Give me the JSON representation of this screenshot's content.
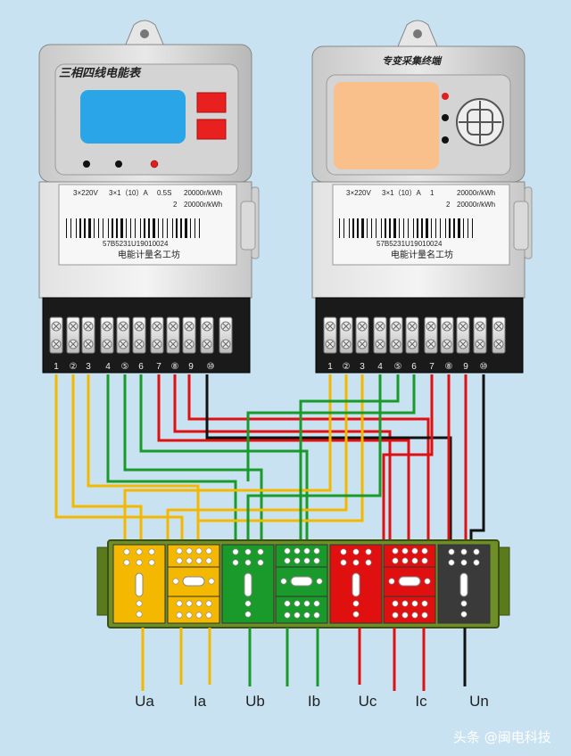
{
  "colors": {
    "background": "#c8e2f2",
    "phase_a": "#f5b800",
    "phase_b": "#1a9a2a",
    "phase_c": "#e01010",
    "neutral": "#111111",
    "lcd_meter": "#2aa6e8",
    "lcd_terminal": "#f9c08c",
    "button_red": "#e82020",
    "block_base": "#6e8f28"
  },
  "meter": {
    "title": "三相四线电能表",
    "spec_line1": [
      "3×220V",
      "3×1（10）A",
      "0.5S",
      "20000r/kWh"
    ],
    "spec_line2": [
      "2",
      "20000r/kWh"
    ],
    "serial": "57B5231U19010024",
    "brand": "电能计量名工坊",
    "terminals": [
      "1",
      "②",
      "3",
      "4",
      "⑤",
      "6",
      "7",
      "⑧",
      "9",
      "⑩"
    ]
  },
  "terminal_unit": {
    "title": "专变采集终端",
    "spec_line1": [
      "3×220V",
      "3×1（10）A",
      "1",
      "20000r/kWh"
    ],
    "spec_line2": [
      "2",
      "20000r/kWh"
    ],
    "serial": "57B5231U19010024",
    "brand": "电能计量名工坊",
    "terminals": [
      "1",
      "②",
      "3",
      "4",
      "⑤",
      "6",
      "7",
      "⑧",
      "9",
      "⑩"
    ]
  },
  "test_block": {
    "labels": [
      "Ua",
      "Ia",
      "Ub",
      "Ib",
      "Uc",
      "Ic",
      "Un"
    ]
  },
  "watermark": "头条 @闽电科技",
  "icons": [
    "hanger-icon",
    "lcd-screen-icon",
    "button-icon",
    "barcode-icon",
    "screw-terminal-icon",
    "keypad-icon",
    "indicator-led-icon"
  ]
}
